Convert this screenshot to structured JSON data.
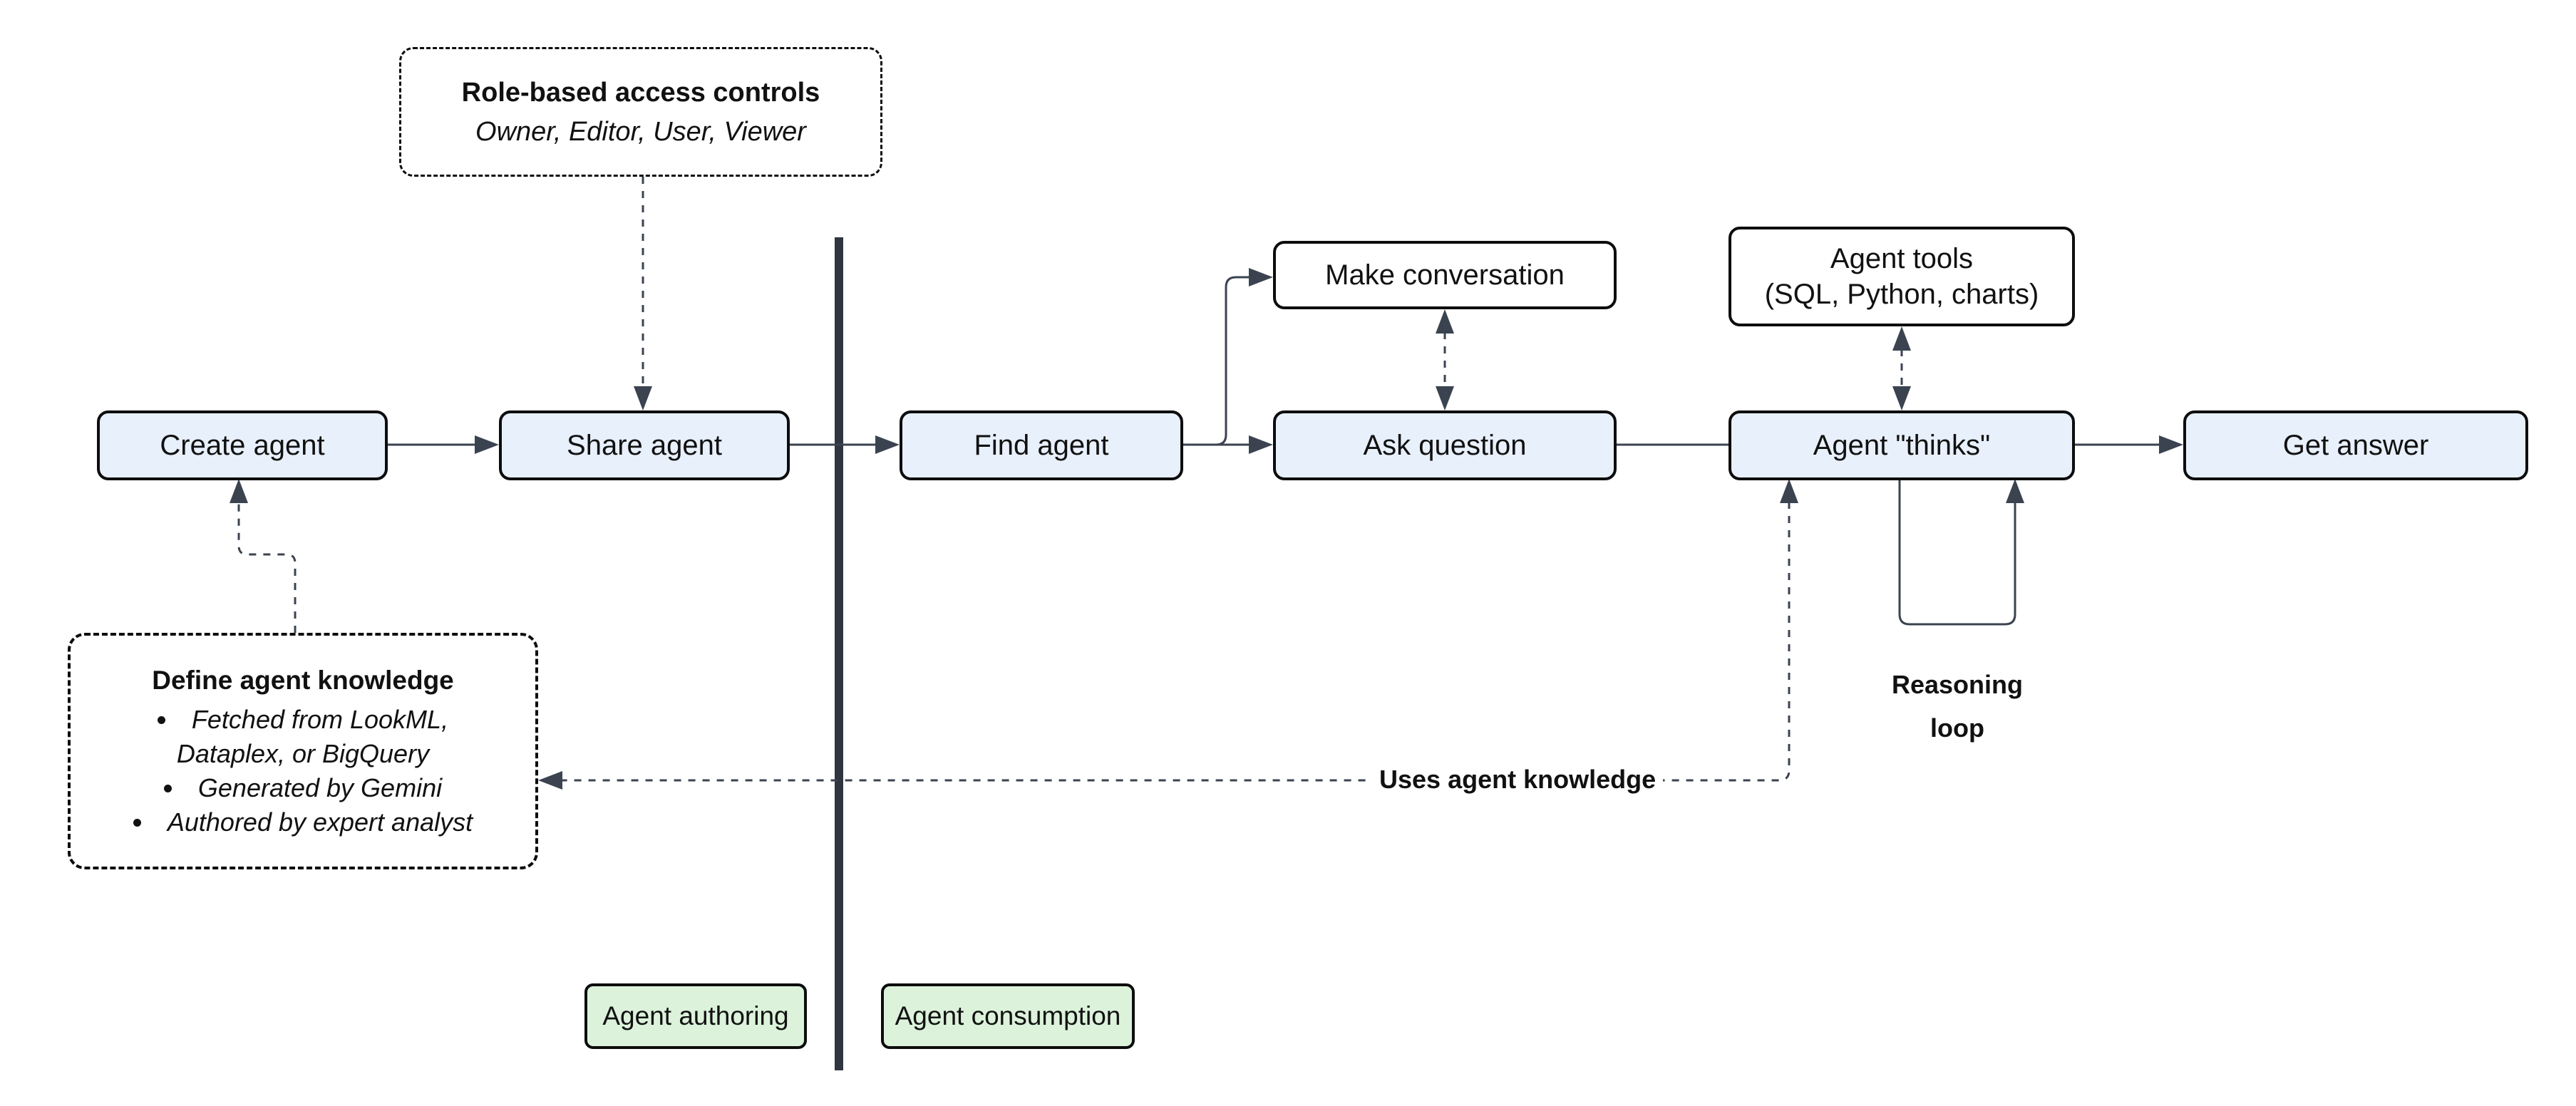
{
  "nodes": {
    "create_agent": {
      "label": "Create agent"
    },
    "share_agent": {
      "label": "Share agent"
    },
    "find_agent": {
      "label": "Find agent"
    },
    "make_conversation": {
      "label": "Make conversation"
    },
    "ask_question": {
      "label": "Ask question"
    },
    "agent_tools": {
      "label": "Agent tools\n(SQL, Python, charts)"
    },
    "agent_thinks": {
      "label": "Agent \"thinks\""
    },
    "get_answer": {
      "label": "Get answer"
    }
  },
  "annotations": {
    "rbac": {
      "title": "Role-based access controls",
      "subtitle": "Owner, Editor, User, Viewer"
    },
    "knowledge": {
      "title": "Define agent knowledge",
      "bullets": [
        "Fetched from LookML, Dataplex, or BigQuery",
        "Generated by Gemini",
        "Authored by expert analyst"
      ]
    },
    "reasoning_loop": "Reasoning\nloop",
    "uses_agent_knowledge": "Uses agent knowledge"
  },
  "zones": {
    "authoring": "Agent authoring",
    "consumption": "Agent consumption"
  },
  "colors": {
    "node_fill_blue": "#e8f0fb",
    "node_fill_white": "#ffffff",
    "zone_fill_green": "#dcf2db",
    "border": "#0d0d0d",
    "connector": "#3b4350",
    "divider": "#2f3640",
    "text": "#111111"
  }
}
